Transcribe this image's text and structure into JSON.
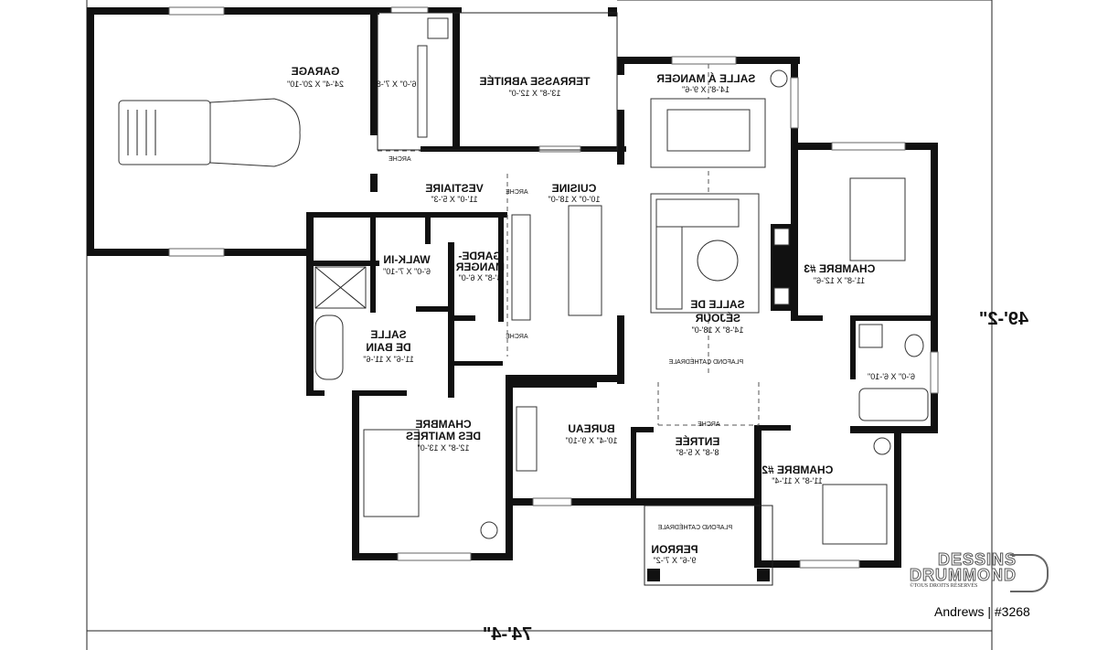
{
  "plan": {
    "rooms": [
      {
        "id": "garage",
        "name": "GARAGE",
        "dim": "24'-4\" X 20'-10\""
      },
      {
        "id": "laundry",
        "name": "",
        "dim": "6'-0\" X 7'-8\""
      },
      {
        "id": "terrasse",
        "name": "TERRASSE ABRITÉE",
        "dim": "13'-8\" X 12'-0\""
      },
      {
        "id": "salle-a-manger",
        "name": "SALLE Á MANGER",
        "dim": "14'-8\" X 9'-6\""
      },
      {
        "id": "vestiaire",
        "name": "VESTIAIRE",
        "dim": "11'-0\" X 5'-3\""
      },
      {
        "id": "cuisine",
        "name": "CUISINE",
        "dim": "10'-0\" X 18'-0\""
      },
      {
        "id": "chambre-3",
        "name": "CHAMBRE #3",
        "dim": "11'-8\" X 12'-6\""
      },
      {
        "id": "walk-in",
        "name": "WALK-IN",
        "dim": "6'-0\" X 7'-10\""
      },
      {
        "id": "garde-manger",
        "name": "GARDE-",
        "name2": "MANGER",
        "dim": "4'-8\" X 6'-0\""
      },
      {
        "id": "salle-de-sejour",
        "name": "SALLE DE",
        "name2": "SÉJOUR",
        "dim": "14'-8\" X 18'-0\""
      },
      {
        "id": "salle-de-bain",
        "name": "SALLE",
        "name2": "DE BAIN",
        "dim": "11'-6\" X 11'-6\""
      },
      {
        "id": "bath-2",
        "name": "",
        "dim": "6'-0\" X 6'-10\""
      },
      {
        "id": "chambre-maitres",
        "name": "CHAMBRE",
        "name2": "DES MAITRES",
        "dim": "12'-8\" X 13'-0\""
      },
      {
        "id": "bureau",
        "name": "BUREAU",
        "dim": "10'-4\" X 9'-10\""
      },
      {
        "id": "entree",
        "name": "ENTRÉE",
        "dim": "8'-8\" X 5'-8\""
      },
      {
        "id": "chambre-2",
        "name": "CHAMBRE #2",
        "dim": "11'-8\" X 11'-4\""
      },
      {
        "id": "perron",
        "name": "PERRON",
        "dim": "9'-6\" X 7'-2\""
      }
    ],
    "notes": {
      "arche": "ARCHE",
      "plafond": "PLAFOND CATHÉDRALE"
    },
    "overall_width": "74'-4\"",
    "overall_depth": "49'-2\""
  },
  "branding": {
    "logo_line1": "DESSINS",
    "logo_line2": "DRUMMOND",
    "copyright": "©TOUS DROITS RÉSERVÉS",
    "plan_ref": "Andrews | #3268"
  }
}
